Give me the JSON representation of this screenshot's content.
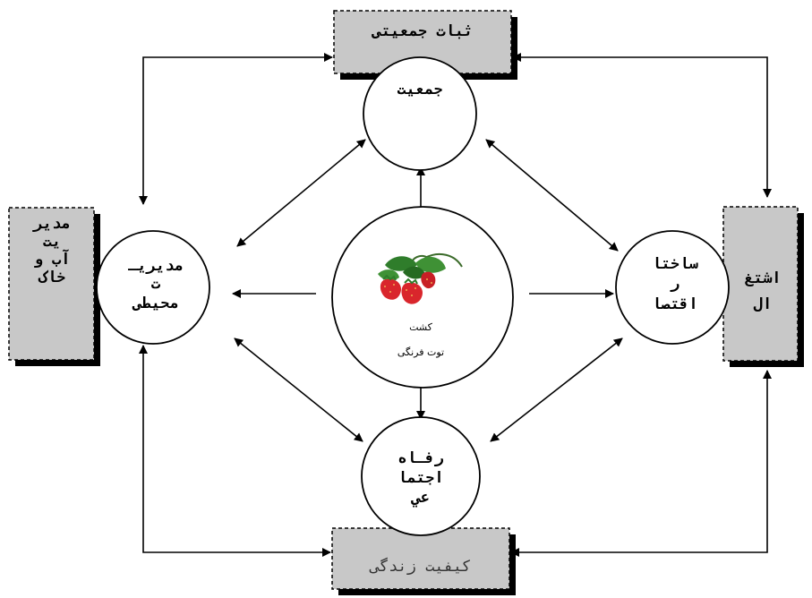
{
  "boxes": {
    "top": "ثبات جمعیتی",
    "bottom": "کیفیت زندگی",
    "left": [
      "مدیر",
      "یت",
      "آب و",
      "خاک"
    ],
    "right": [
      "اشتغ",
      "ال"
    ]
  },
  "circles": {
    "top": [
      "جمعیت"
    ],
    "left": [
      "مدیریـ",
      "ت",
      "محیطی"
    ],
    "right": [
      "ساختا",
      "ر",
      "اقتصا"
    ],
    "bottom": [
      "رفـاه",
      "اجتما",
      "عي"
    ],
    "center": [
      "کشت",
      "توت فرنگی"
    ]
  },
  "colors": {
    "box_fill": "#c8c8c8",
    "berry_red": "#d9262c",
    "leaf_green": "#2f7d2b"
  },
  "icons": {
    "center": "strawberry-icon"
  }
}
